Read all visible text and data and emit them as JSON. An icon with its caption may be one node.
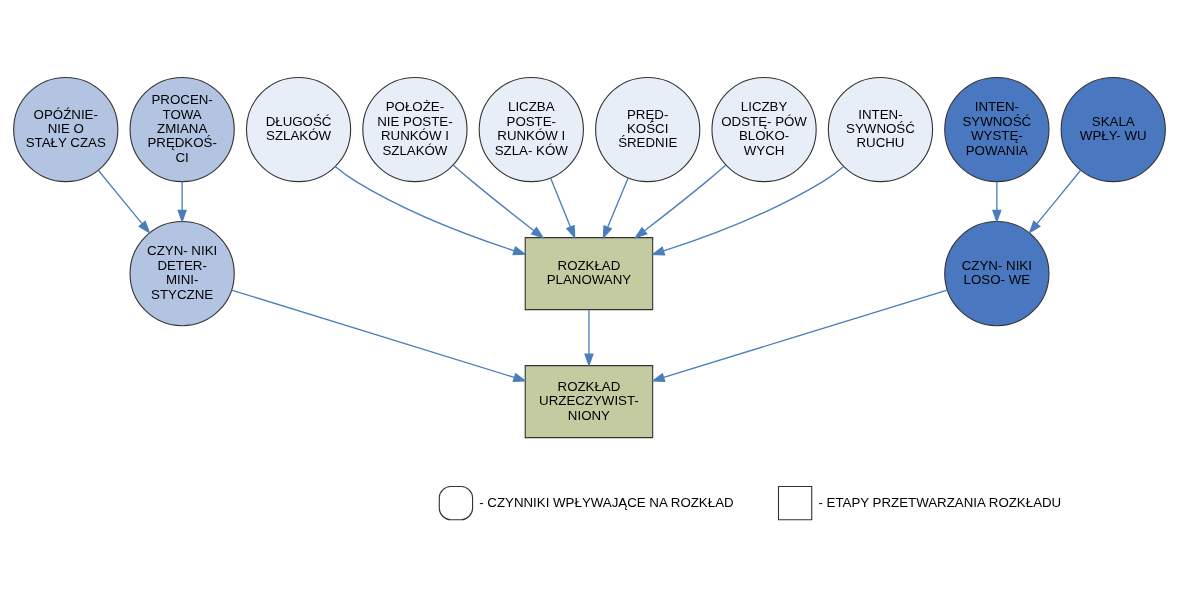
{
  "diagram": {
    "nodes": [
      {
        "text": [
          "DŁUGOŚĆ SZLAKÓW"
        ]
      },
      {
        "text": [
          "POŁOŻE- NIE POSTE- RUNKÓW I SZLAKÓW"
        ]
      },
      {
        "text": [
          "LICZBA POSTE- RUNKÓW I SZLA- KÓW"
        ]
      },
      {
        "text": [
          "OPÓŹNIE- NIE O STAŁY CZAS"
        ]
      },
      {
        "text": [
          "CZYN- NIKI DETER- MINI- STYCZNE"
        ]
      },
      {
        "text": [
          "PROCEN- TOWA ZMIANA PRĘDKOŚ- CI"
        ]
      },
      {
        "text": [
          "PRĘD- KOŚCI ŚREDNIE"
        ]
      },
      {
        "text": [
          "ROZKŁAD PLANOWANY"
        ]
      },
      {
        "text": [
          "ROZKŁAD URZECZYWIST- NIONY"
        ]
      },
      {
        "text": [
          "LICZBY ODSTĘ- PÓW BLOKO- WYCH"
        ]
      },
      {
        "text": [
          "INTEN- SYWNOŚĆ RUCHU"
        ]
      },
      {
        "text": [
          "INTEN- SYWNOŚĆ WYSTĘ- POWANIA"
        ]
      },
      {
        "text": [
          "CZYN- NIKI LOSO- WE"
        ]
      },
      {
        "text": [
          "SKALA WPŁY- WU"
        ]
      }
    ],
    "edges": [
      {
        "from": 0,
        "to": 7,
        "arrow": "to"
      },
      {
        "from": 1,
        "to": 7,
        "arrow": "to"
      },
      {
        "from": 2,
        "to": 7,
        "arrow": "to"
      },
      {
        "from": 6,
        "to": 7,
        "arrow": "to"
      },
      {
        "from": 9,
        "to": 7,
        "arrow": "to"
      },
      {
        "from": 10,
        "to": 7,
        "arrow": "to"
      },
      {
        "from": 7,
        "to": 8,
        "arrow": "to"
      },
      {
        "from": 3,
        "to": 4,
        "arrow": "to"
      },
      {
        "from": 5,
        "to": 4,
        "arrow": "to"
      },
      {
        "from": 4,
        "to": 8,
        "arrow": "to"
      },
      {
        "from": 11,
        "to": 12,
        "arrow": "to"
      },
      {
        "from": 13,
        "to": 12,
        "arrow": "to"
      },
      {
        "from": 12,
        "to": 8,
        "arrow": "to"
      }
    ],
    "legend": [
      {
        "text": "- CZYNNIKI WPŁYWAJĄCE NA ROZKŁAD"
      },
      {
        "text": "- ETAPY PRZETWARZANIA ROZKŁADU"
      }
    ]
  }
}
